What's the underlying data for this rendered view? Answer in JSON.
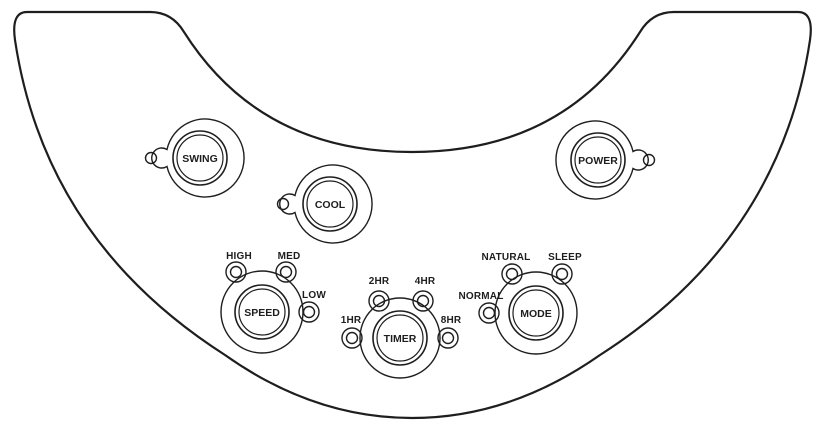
{
  "buttons": {
    "swing": "SWING",
    "cool": "COOL",
    "power": "POWER",
    "speed": "SPEED",
    "timer": "TIMER",
    "mode": "MODE"
  },
  "speed_levels": {
    "high": "HIGH",
    "med": "MED",
    "low": "LOW"
  },
  "timer_options": {
    "h1": "1HR",
    "h2": "2HR",
    "h4": "4HR",
    "h8": "8HR"
  },
  "mode_options": {
    "normal": "NORMAL",
    "natural": "NATURAL",
    "sleep": "SLEEP"
  },
  "colors": {
    "line": "#1e1e1e",
    "background": "#ffffff"
  }
}
